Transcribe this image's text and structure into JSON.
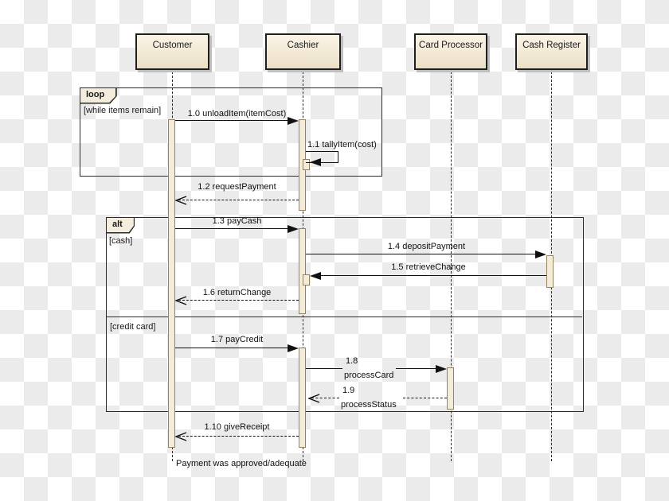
{
  "theme": {
    "checker_light": "#ffffff",
    "checker_dark": "#ebebeb",
    "box_fill_top": "#faf4e6",
    "box_fill_bottom": "#ecdfc6",
    "box_border": "#1f1f1f",
    "box_shadow": "#bfbfbf",
    "activation_fill": "#f4ebd8",
    "activation_border": "#94835f",
    "line_color": "#111111",
    "fragment_tab_fill": "#f4edde"
  },
  "actors": [
    {
      "name": "Customer"
    },
    {
      "name": "Cashier"
    },
    {
      "name": "Card Processor"
    },
    {
      "name": "Cash Register"
    }
  ],
  "fragments": [
    {
      "operator": "loop",
      "guard1": "[while items remain]"
    },
    {
      "operator": "alt",
      "guard1": "[cash]",
      "guard2": "[credit card]"
    }
  ],
  "messages": [
    {
      "label": "1.0 unloadItem(itemCost)",
      "kind": "sync"
    },
    {
      "label": "1.1 tallyItem(cost)",
      "kind": "self"
    },
    {
      "label": "1.2 requestPayment",
      "kind": "return"
    },
    {
      "label": "1.3 payCash",
      "kind": "sync"
    },
    {
      "label": "1.4 depositPayment",
      "kind": "sync"
    },
    {
      "label": "1.5 retrieveChange",
      "kind": "sync"
    },
    {
      "label": "1.6 returnChange",
      "kind": "return"
    },
    {
      "label": "1.7 payCredit",
      "kind": "sync"
    },
    {
      "label": "1.8",
      "label2": "processCard",
      "kind": "sync"
    },
    {
      "label": "1.9",
      "label2": "processStatus",
      "kind": "return"
    },
    {
      "label": "1.10 giveReceipt",
      "kind": "return"
    }
  ],
  "note": {
    "text": "Payment was approved/adequate"
  }
}
